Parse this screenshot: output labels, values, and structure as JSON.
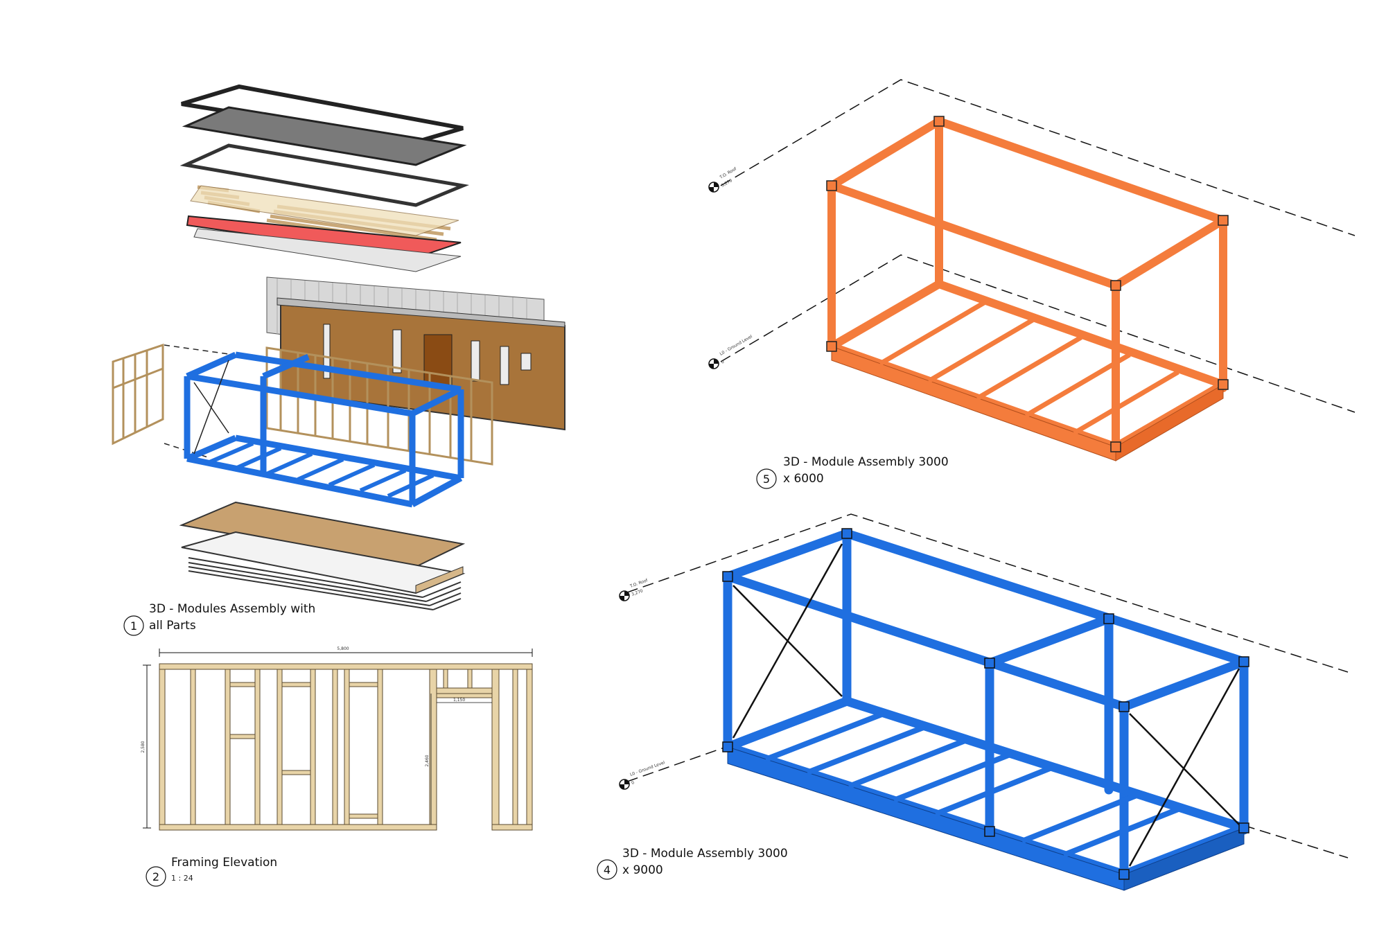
{
  "views": [
    {
      "number": "1",
      "title_line1": "3D - Modules Assembly with",
      "title_line2": "all Parts"
    },
    {
      "number": "2",
      "title_line1": "Framing Elevation",
      "scale": "1 : 24"
    },
    {
      "number": "5",
      "title_line1": "3D - Module Assembly 3000",
      "title_line2": "x 6000"
    },
    {
      "number": "4",
      "title_line1": "3D - Module Assembly 3000",
      "title_line2": "x 9000"
    }
  ],
  "levels": {
    "roof_name": "T.O. Roof",
    "roof_value": "3,270",
    "ground_name": "L0 - Ground Level",
    "ground_value": "0"
  },
  "dimensions": {
    "overall_width": "5,800",
    "overall_height": "2,580",
    "door_height": "2,460",
    "header_size": "1,150"
  },
  "colors": {
    "steel_blue": "#1f6fe0",
    "steel_orange": "#f47c3c",
    "timber": "#e8d4a8",
    "wall_finish": "#a8743a",
    "roof_grey": "#7a7a7a",
    "insulation_red": "#f05a5a"
  }
}
